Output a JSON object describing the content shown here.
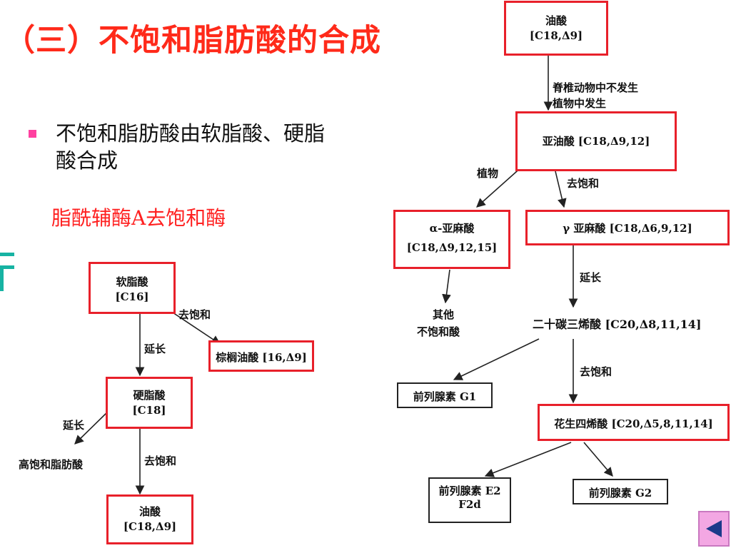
{
  "slide": {
    "title": "（三）不饱和脂肪酸的合成",
    "bullet": "不饱和脂肪酸由软脂酸、硬脂酸合成",
    "enzyme_note": "脂酰辅酶A去饱和酶"
  },
  "left_diagram": {
    "palmitic": {
      "name": "软脂酸",
      "formula": "[C16]"
    },
    "palmitoleic": {
      "text": "棕榈油酸 [16,Δ9]"
    },
    "stearic": {
      "name": "硬脂酸",
      "formula": "[C18]"
    },
    "oleic": {
      "name": "油酸",
      "formula": "[C18,Δ9]"
    },
    "other_sat": "高饱和脂肪酸",
    "edges": {
      "desat1": "去饱和",
      "elong1": "延长",
      "elong2": "延长",
      "desat2": "去饱和"
    }
  },
  "right_diagram": {
    "oleic": {
      "name": "油酸",
      "formula": "[C18,Δ9]"
    },
    "note_line1": "脊椎动物中不发生",
    "note_line2": "植物中发生",
    "linoleic": {
      "text": "亚油酸 [C18,Δ9,12]"
    },
    "plant_label": "植物",
    "desat_a": "去饱和",
    "alpha_lin": {
      "name": "α-亚麻酸",
      "formula": "[C18,Δ9,12,15]"
    },
    "gamma_lin": {
      "text": "γ 亚麻酸 [C18,Δ6,9,12]"
    },
    "other_unsat_1": "其他",
    "other_unsat_2": "不饱和酸",
    "elong": "延长",
    "eicosatrienoic": "二十碳三烯酸 [C20,Δ8,11,14]",
    "pg_g1": "前列腺素 G1",
    "desat_b": "去饱和",
    "arachidonic": {
      "text": "花生四烯酸 [C20,Δ5,8,11,14]"
    },
    "pg_e2_1": "前列腺素",
    "pg_e2_2": "E2  F2d",
    "pg_g2": "前列腺素 G2"
  },
  "colors": {
    "title": "#ff2a1a",
    "box_border": "#e8202a",
    "bullet": "#ff40a0",
    "nav_bg": "#f3a7e3",
    "nav_arrow": "#1c3a8a"
  },
  "icons": {
    "nav": "back-arrow-icon",
    "bullet": "square-bullet-icon"
  }
}
